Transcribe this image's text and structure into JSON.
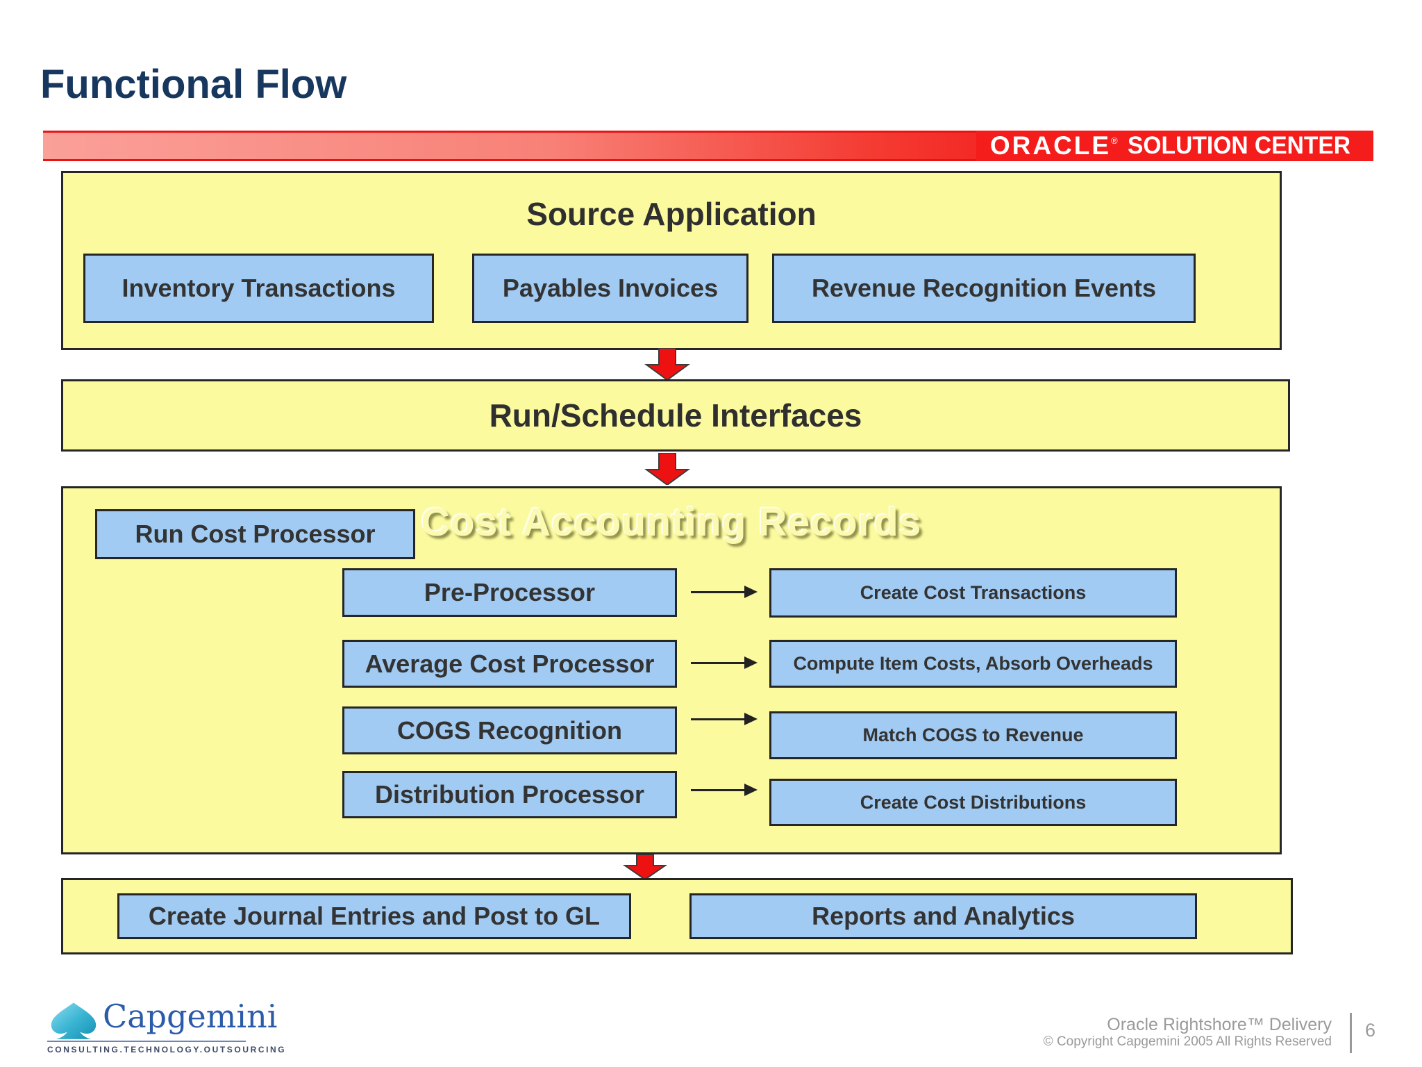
{
  "slide": {
    "title": "Functional Flow",
    "page_number": "6"
  },
  "banner": {
    "oracle": "ORACLE",
    "registered": "®",
    "solution_center": "SOLUTION CENTER",
    "red": "#f21818",
    "gradient_start": "#faa099"
  },
  "source_application": {
    "title": "Source Application",
    "items": [
      "Inventory Transactions",
      "Payables Invoices",
      "Revenue Recognition Events"
    ]
  },
  "run_schedule": {
    "label": "Run/Schedule Interfaces"
  },
  "cost_accounting": {
    "watermark": "Cost Accounting Records",
    "run_cost_processor": "Run Cost Processor",
    "rows": [
      {
        "process": "Pre-Processor",
        "result": "Create Cost Transactions"
      },
      {
        "process": "Average Cost Processor",
        "result": "Compute Item Costs, Absorb Overheads"
      },
      {
        "process": "COGS Recognition",
        "result": "Match COGS to Revenue"
      },
      {
        "process": "Distribution Processor",
        "result": "Create Cost Distributions"
      }
    ]
  },
  "output_row": {
    "items": [
      "Create Journal Entries and Post to GL",
      "Reports and Analytics"
    ]
  },
  "footer": {
    "logo_text": "Capgemini",
    "logo_tagline": "CONSULTING.TECHNOLOGY.OUTSOURCING",
    "delivery": "Oracle Rightshore™ Delivery",
    "copyright": "© Copyright Capgemini 2005 All Rights Reserved"
  },
  "colors": {
    "title_navy": "#17375e",
    "box_yellow": "#fbfa9e",
    "box_blue": "#a1cbf3",
    "border_dark": "#262626",
    "arrow_red": "#ee1111",
    "footer_gray": "#9a9a9a",
    "capgemini_blue": "#2c5ca9"
  }
}
